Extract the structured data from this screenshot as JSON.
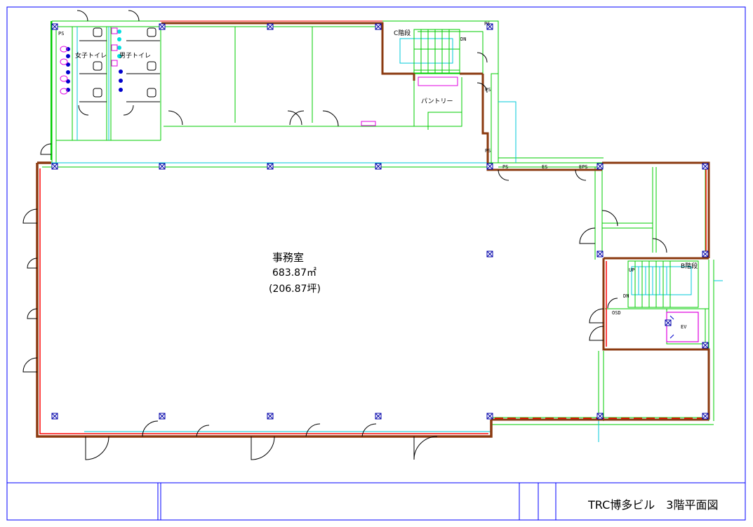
{
  "drawing": {
    "title": "TRC博多ビル　3階平面図"
  },
  "rooms": {
    "office": {
      "name": "事務室",
      "area_m2": "683.87㎡",
      "area_tsubo": "(206.87坪)"
    },
    "womens_toilet": "女子トイレ",
    "mens_toilet": "男子トイレ",
    "pantry": "パントリー",
    "stair_c": "C階段",
    "stair_b": "B階段",
    "ev": "EV"
  },
  "tags": {
    "ps": "PS",
    "es": "ES",
    "eps": "EPS",
    "dn": "DN",
    "up": "UP",
    "osd": "OSD"
  },
  "colors": {
    "outer_wall": "#8b3a10",
    "wall_red": "#ff0000",
    "partition": "#00cc00",
    "line_cyan": "#00c8d8",
    "fixture_magenta": "#e000e0",
    "fixture_blue": "#0000cc",
    "column": "#0000aa",
    "frame": "#0000ff"
  }
}
